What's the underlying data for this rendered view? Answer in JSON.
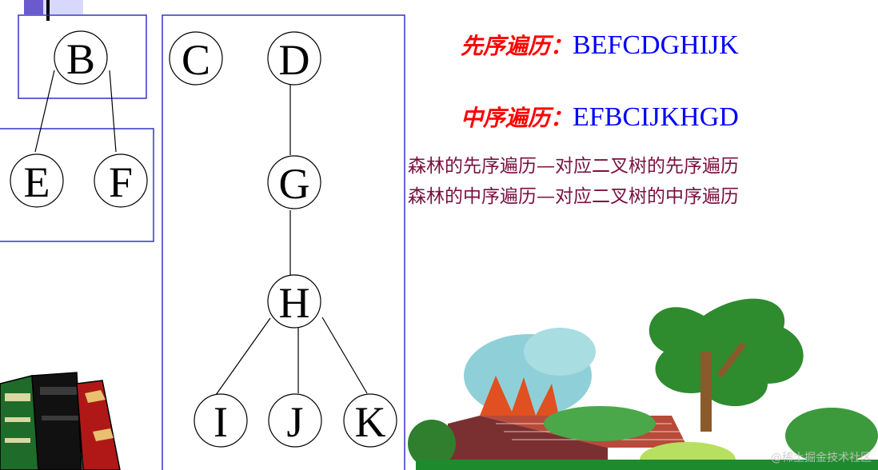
{
  "nodes": {
    "B": "B",
    "C": "C",
    "D": "D",
    "E": "E",
    "F": "F",
    "G": "G",
    "H": "H",
    "I": "I",
    "J": "J",
    "K": "K"
  },
  "preorder": {
    "label": "先序遍历：",
    "sequence": "BEFCDGHIJK"
  },
  "inorder": {
    "label": "中序遍历：",
    "sequence": "EFBCIJKHGD"
  },
  "notes": [
    "森林的先序遍历—对应二叉树的先序遍历",
    "森林的中序遍历—对应二叉树的中序遍历"
  ],
  "watermark": "@稀土掘金技术社区",
  "colors": {
    "node_text": "#000000",
    "box": "#3333cc",
    "label": "#ff0000",
    "sequence": "#0000ff",
    "note": "#7a1040"
  }
}
